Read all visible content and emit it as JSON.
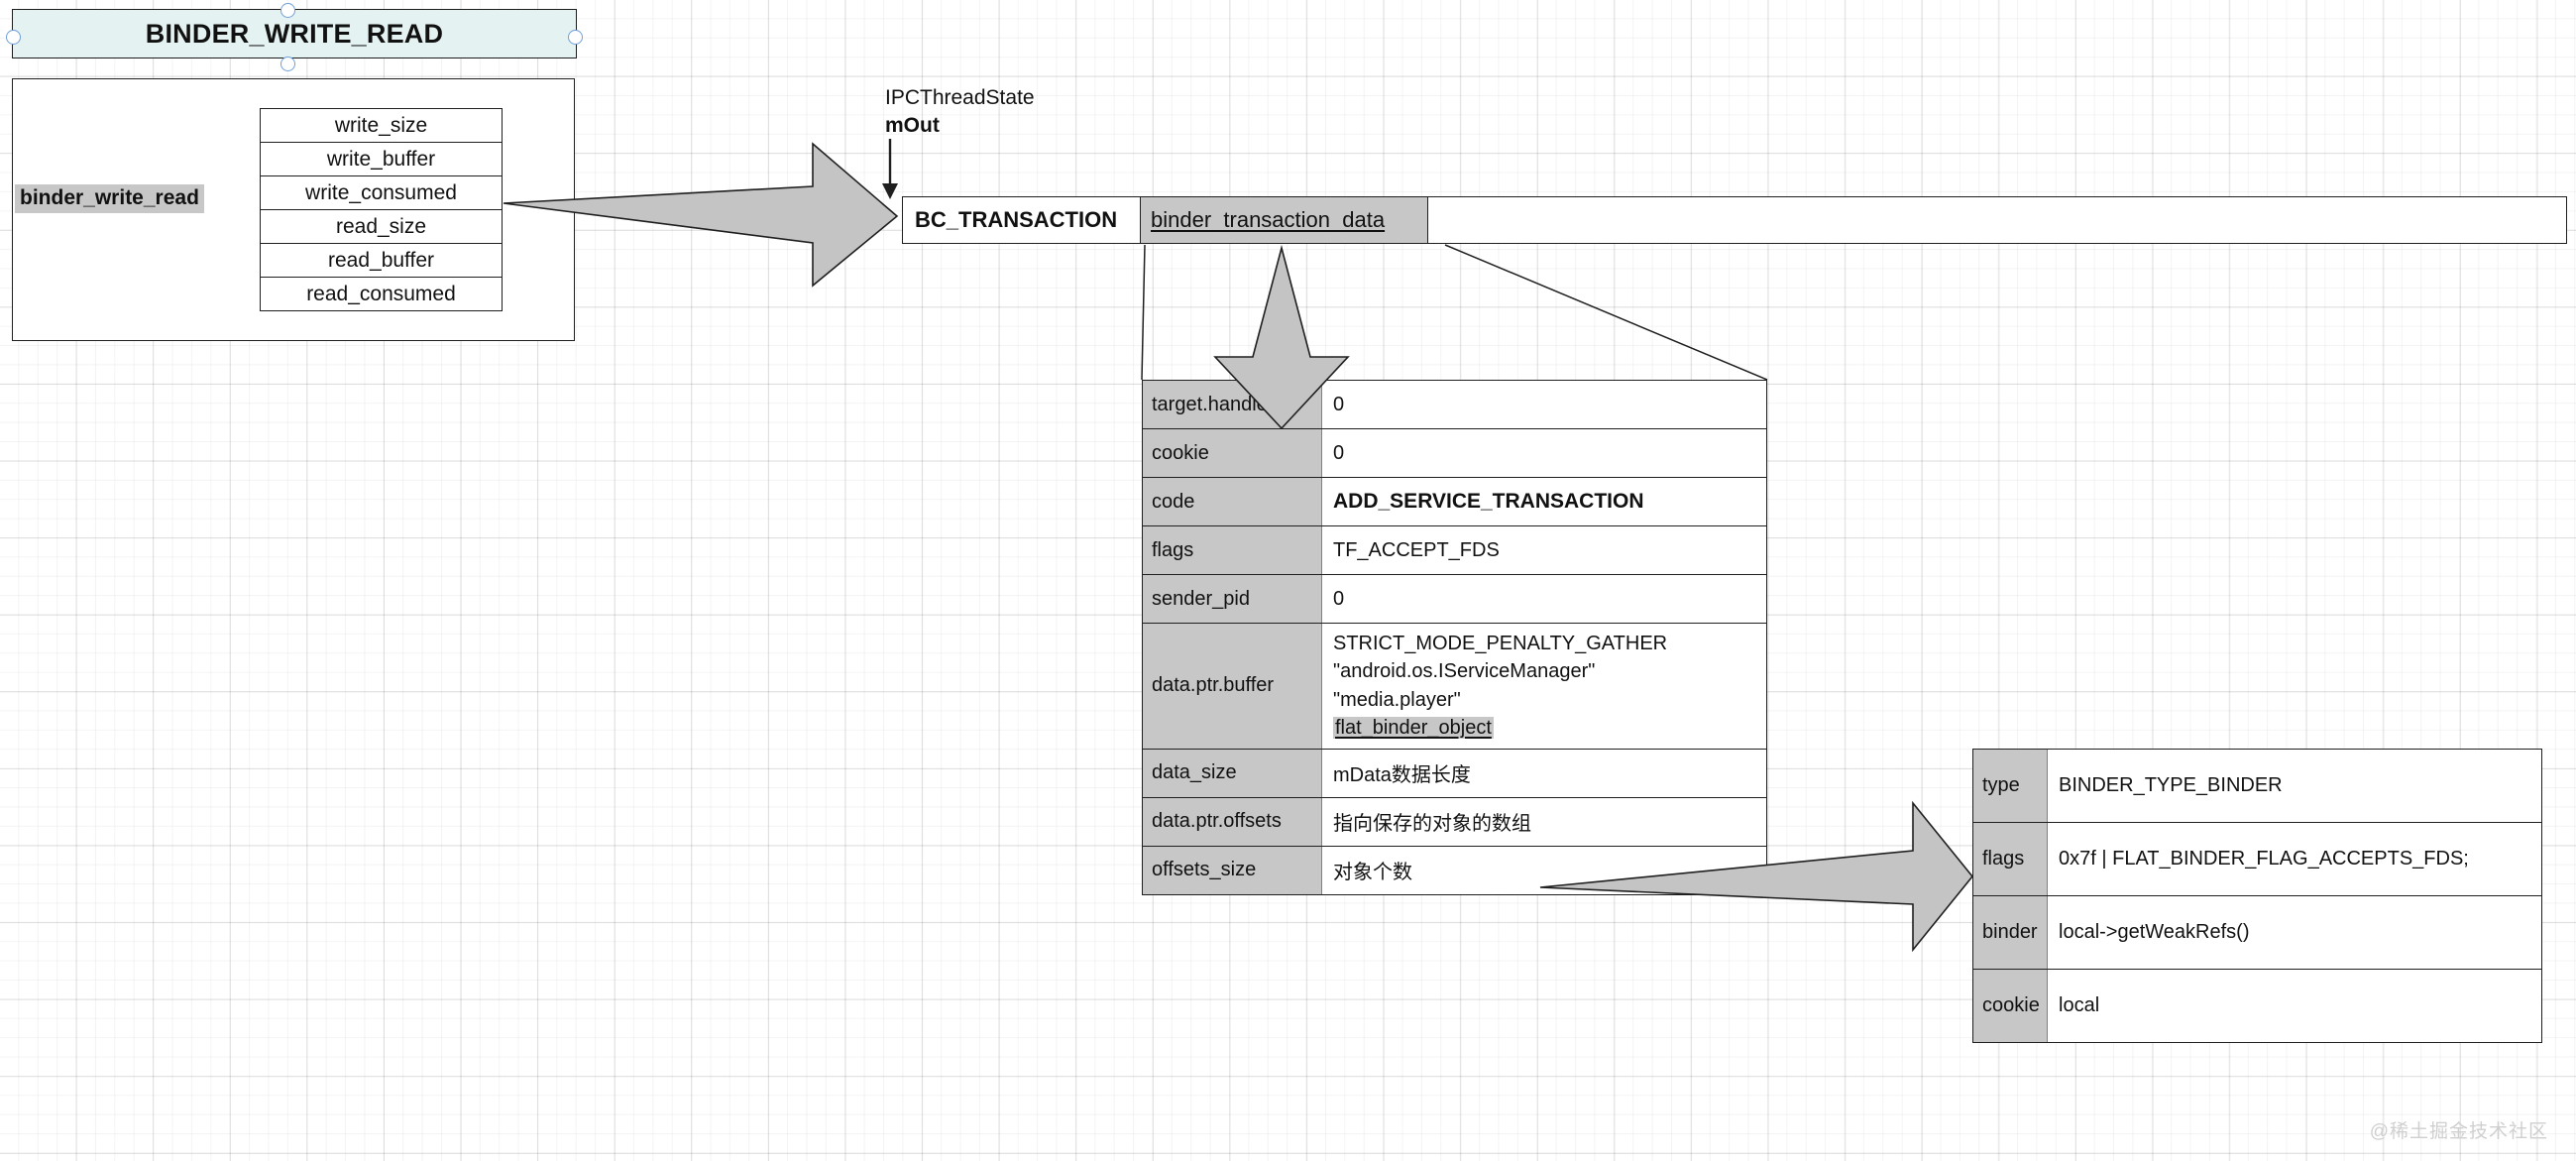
{
  "title_banner": {
    "label": "BINDER_WRITE_READ"
  },
  "binder_write_read": {
    "struct_label": "binder_write_read",
    "fields": [
      "write_size",
      "write_buffer",
      "write_consumed",
      "read_size",
      "read_buffer",
      "read_consumed"
    ]
  },
  "ipc_caption": {
    "line1": "IPCThreadState",
    "line2": "mOut"
  },
  "command_strip": {
    "command": "BC_TRANSACTION",
    "payload": "binder_transaction_data"
  },
  "binder_transaction_data": {
    "rows": [
      {
        "key": "target.handle",
        "value": "0"
      },
      {
        "key": "cookie",
        "value": "0"
      },
      {
        "key": "code",
        "value": "ADD_SERVICE_TRANSACTION"
      },
      {
        "key": "flags",
        "value": "TF_ACCEPT_FDS"
      },
      {
        "key": "sender_pid",
        "value": "0"
      }
    ],
    "buffer_row": {
      "key": "data.ptr.buffer",
      "lines": [
        "STRICT_MODE_PENALTY_GATHER",
        "\"android.os.IServiceManager\"",
        "\"media.player\""
      ],
      "highlighted_line": "flat_binder_object"
    },
    "tail_rows": [
      {
        "key": "data_size",
        "value": "mData数据长度"
      },
      {
        "key": "data.ptr.offsets",
        "value": "指向保存的对象的数组"
      },
      {
        "key": "offsets_size",
        "value": "对象个数"
      }
    ]
  },
  "flat_binder_object": {
    "rows": [
      {
        "key": "type",
        "value": "BINDER_TYPE_BINDER"
      },
      {
        "key": "flags",
        "value": "0x7f | FLAT_BINDER_FLAG_ACCEPTS_FDS;"
      },
      {
        "key": "binder",
        "value": "local->getWeakRefs()"
      },
      {
        "key": "cookie",
        "value": "local"
      }
    ]
  },
  "watermark": {
    "text": "@稀土掘金技术社区"
  },
  "colors": {
    "banner_fill": "#e4f2f2",
    "header_cell_fill": "#c7c7c7",
    "arrow_fill": "#c4c4c4",
    "stroke": "#1f1f1f"
  }
}
